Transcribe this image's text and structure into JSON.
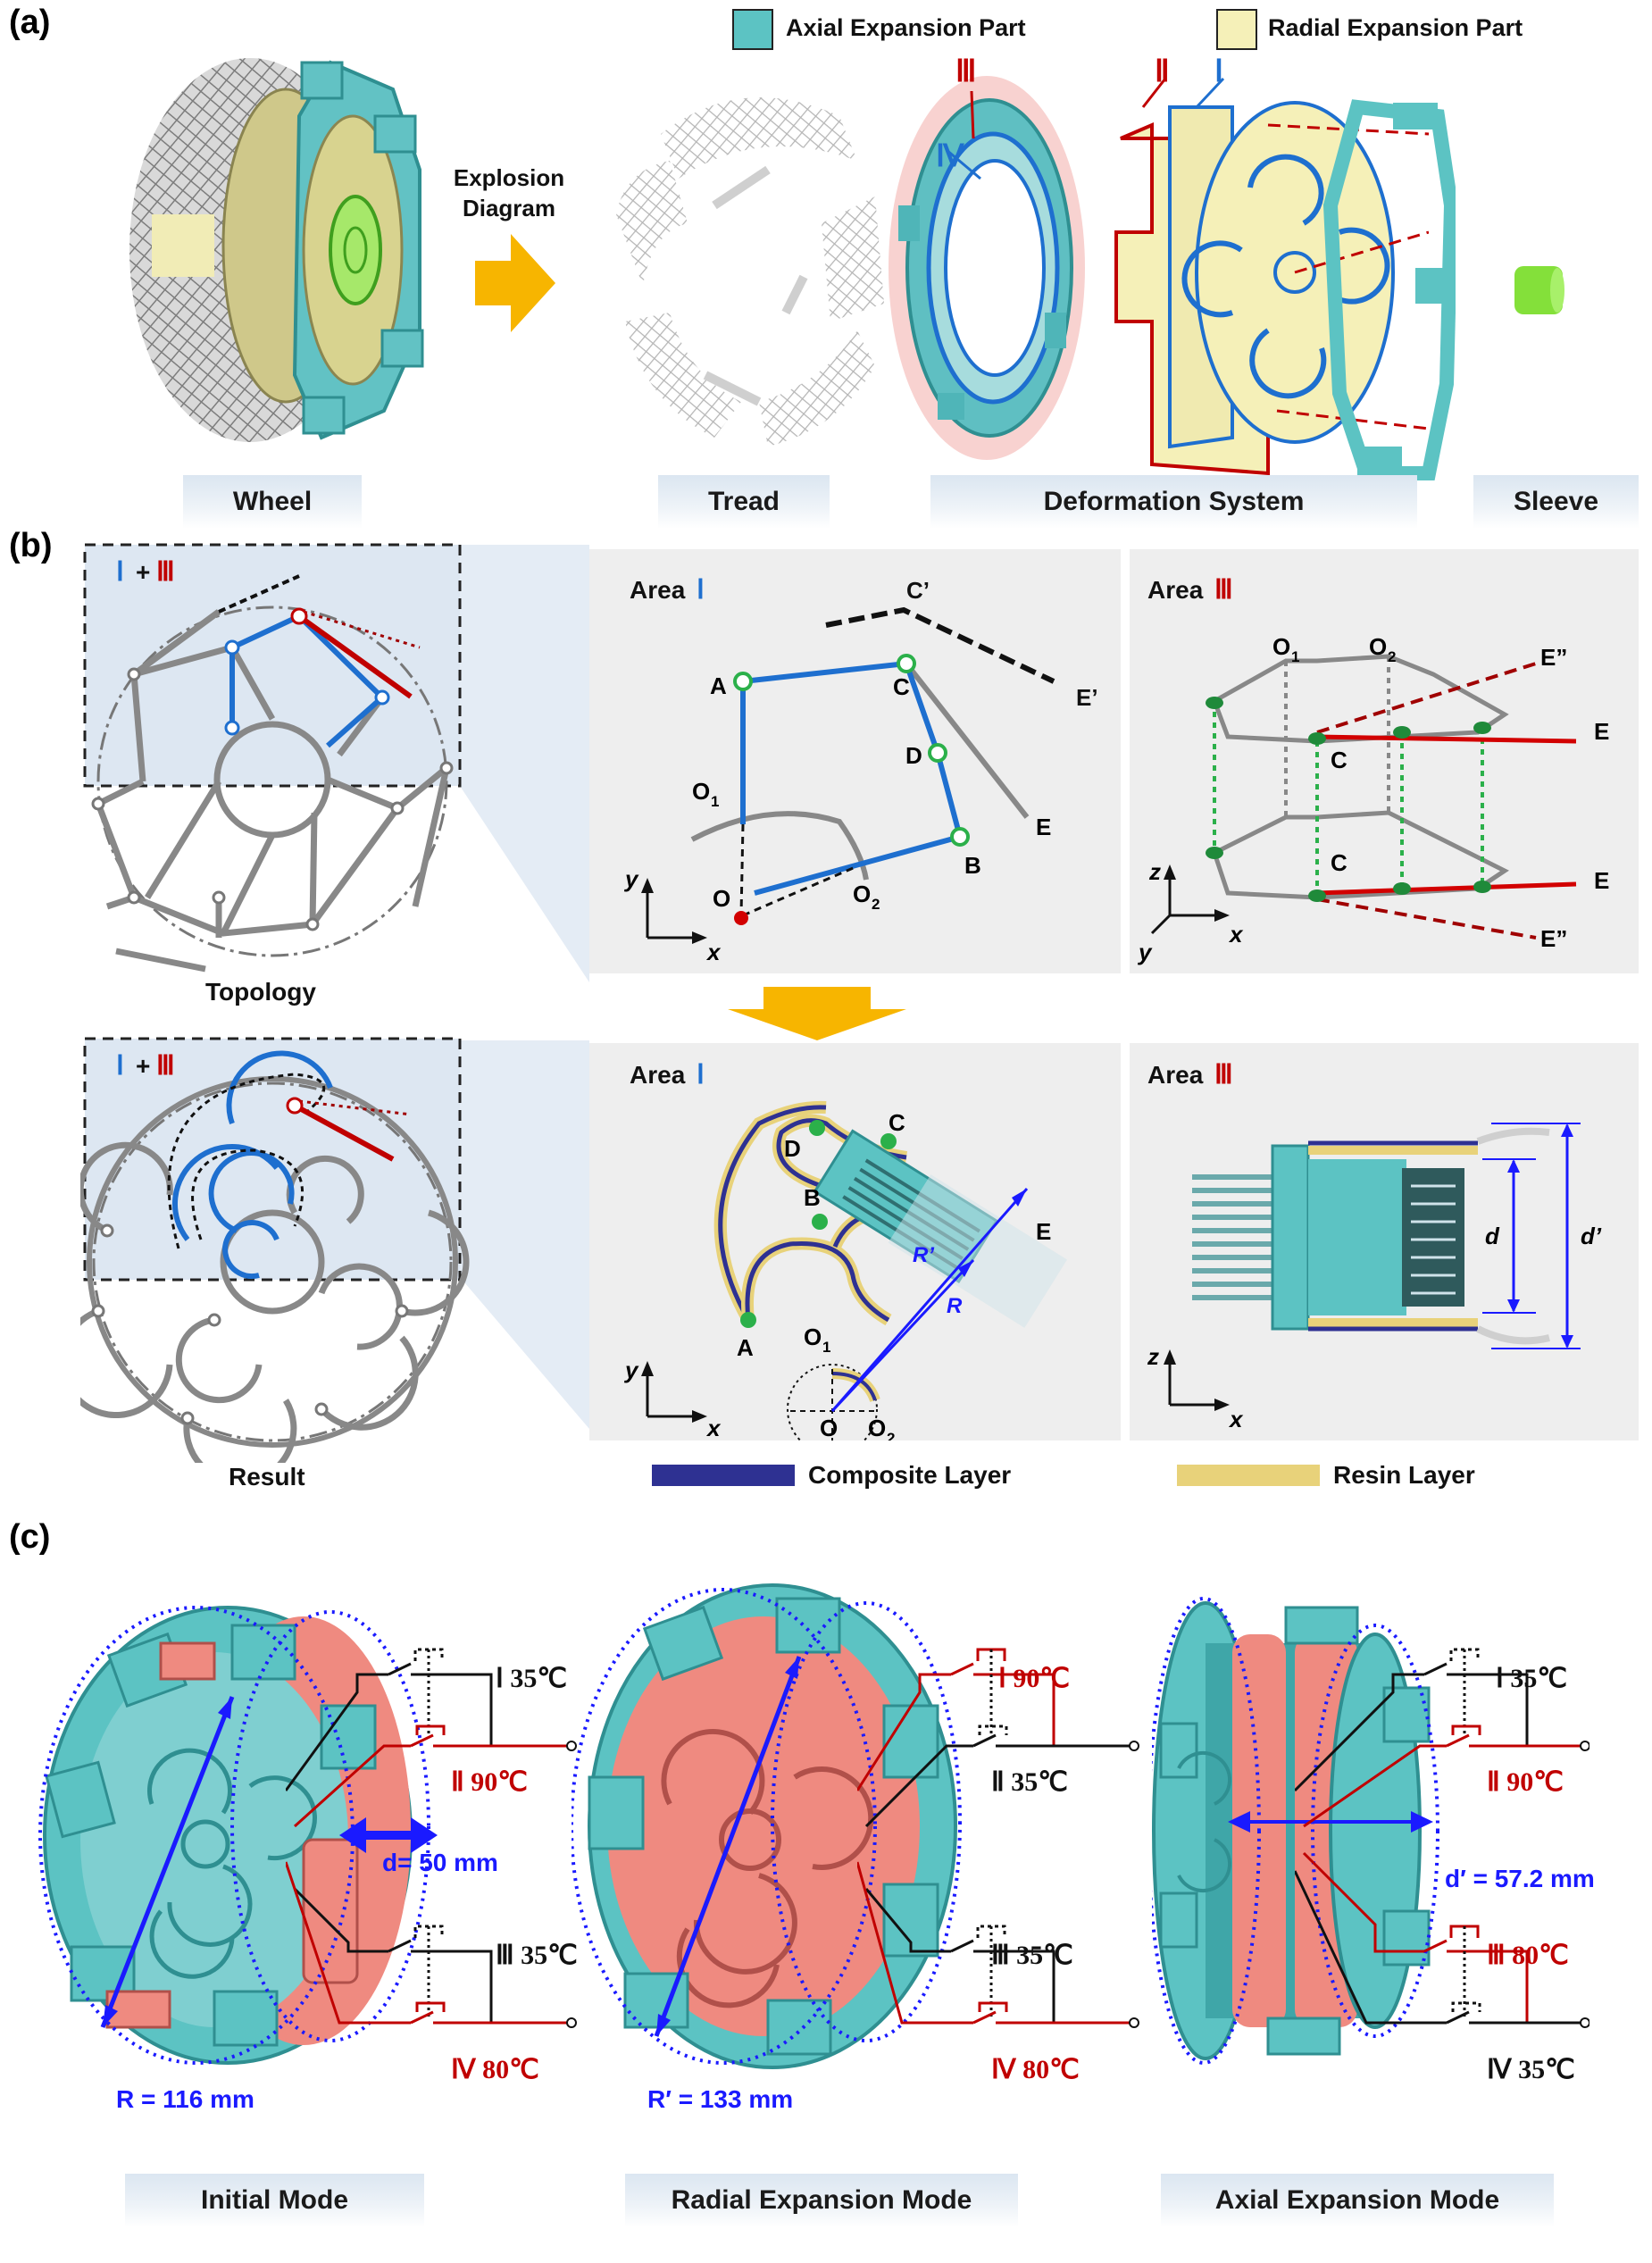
{
  "panels": {
    "a": "(a)",
    "b": "(b)",
    "c": "(c)"
  },
  "legend_a": {
    "axial": "Axial Expansion Part",
    "radial": "Radial Expansion Part",
    "axial_color": "#5cc3c3",
    "radial_color": "#f5f0b8"
  },
  "arrow_text": {
    "line1": "Explosion",
    "line2": "Diagram"
  },
  "captions_a": {
    "wheel": "Wheel",
    "tread": "Tread",
    "deformation": "Deformation System",
    "sleeve": "Sleeve"
  },
  "roman": {
    "I": "Ⅰ",
    "II": "Ⅱ",
    "III": "Ⅲ",
    "IV": "Ⅳ"
  },
  "b": {
    "combo_plus": "+",
    "topology": "Topology",
    "result": "Result",
    "area1": "Area",
    "area3": "Area",
    "points": {
      "A": "A",
      "B": "B",
      "C": "C",
      "D": "D",
      "E": "E",
      "O": "O",
      "Cp": "C’",
      "Ep": "E’",
      "Epp": "E”",
      "O1": "O",
      "O2": "O",
      "sub1": "1",
      "sub2": "2"
    },
    "axes": {
      "x": "x",
      "y": "y",
      "z": "z"
    },
    "dims": {
      "R": "R",
      "Rp": "R’",
      "d": "d",
      "dp": "d’"
    },
    "legend": {
      "composite": "Composite Layer",
      "resin": "Resin Layer",
      "composite_color": "#2e3192",
      "resin_color": "#e8d27a"
    }
  },
  "c": {
    "initial": {
      "caption": "Initial Mode",
      "R": "R = 116 mm",
      "d": "d= 50 mm",
      "s1": "Ⅰ 35℃",
      "s2": "Ⅱ 90℃",
      "s3": "Ⅲ 35℃",
      "s4": "Ⅳ 80℃"
    },
    "radial": {
      "caption": "Radial Expansion Mode",
      "R": "R′ = 133 mm",
      "s1": "Ⅰ 90℃",
      "s2": "Ⅱ 35℃",
      "s3": "Ⅲ 35℃",
      "s4": "Ⅳ 80℃"
    },
    "axial": {
      "caption": "Axial Expansion Mode",
      "d": "d′ = 57.2 mm",
      "s1": "Ⅰ 35℃",
      "s2": "Ⅱ 90℃",
      "s3": "Ⅲ 80℃",
      "s4": "Ⅳ 35℃"
    },
    "hot_color": "#c00000",
    "cold_color": "#111111",
    "dim_color": "#1a1aff"
  }
}
